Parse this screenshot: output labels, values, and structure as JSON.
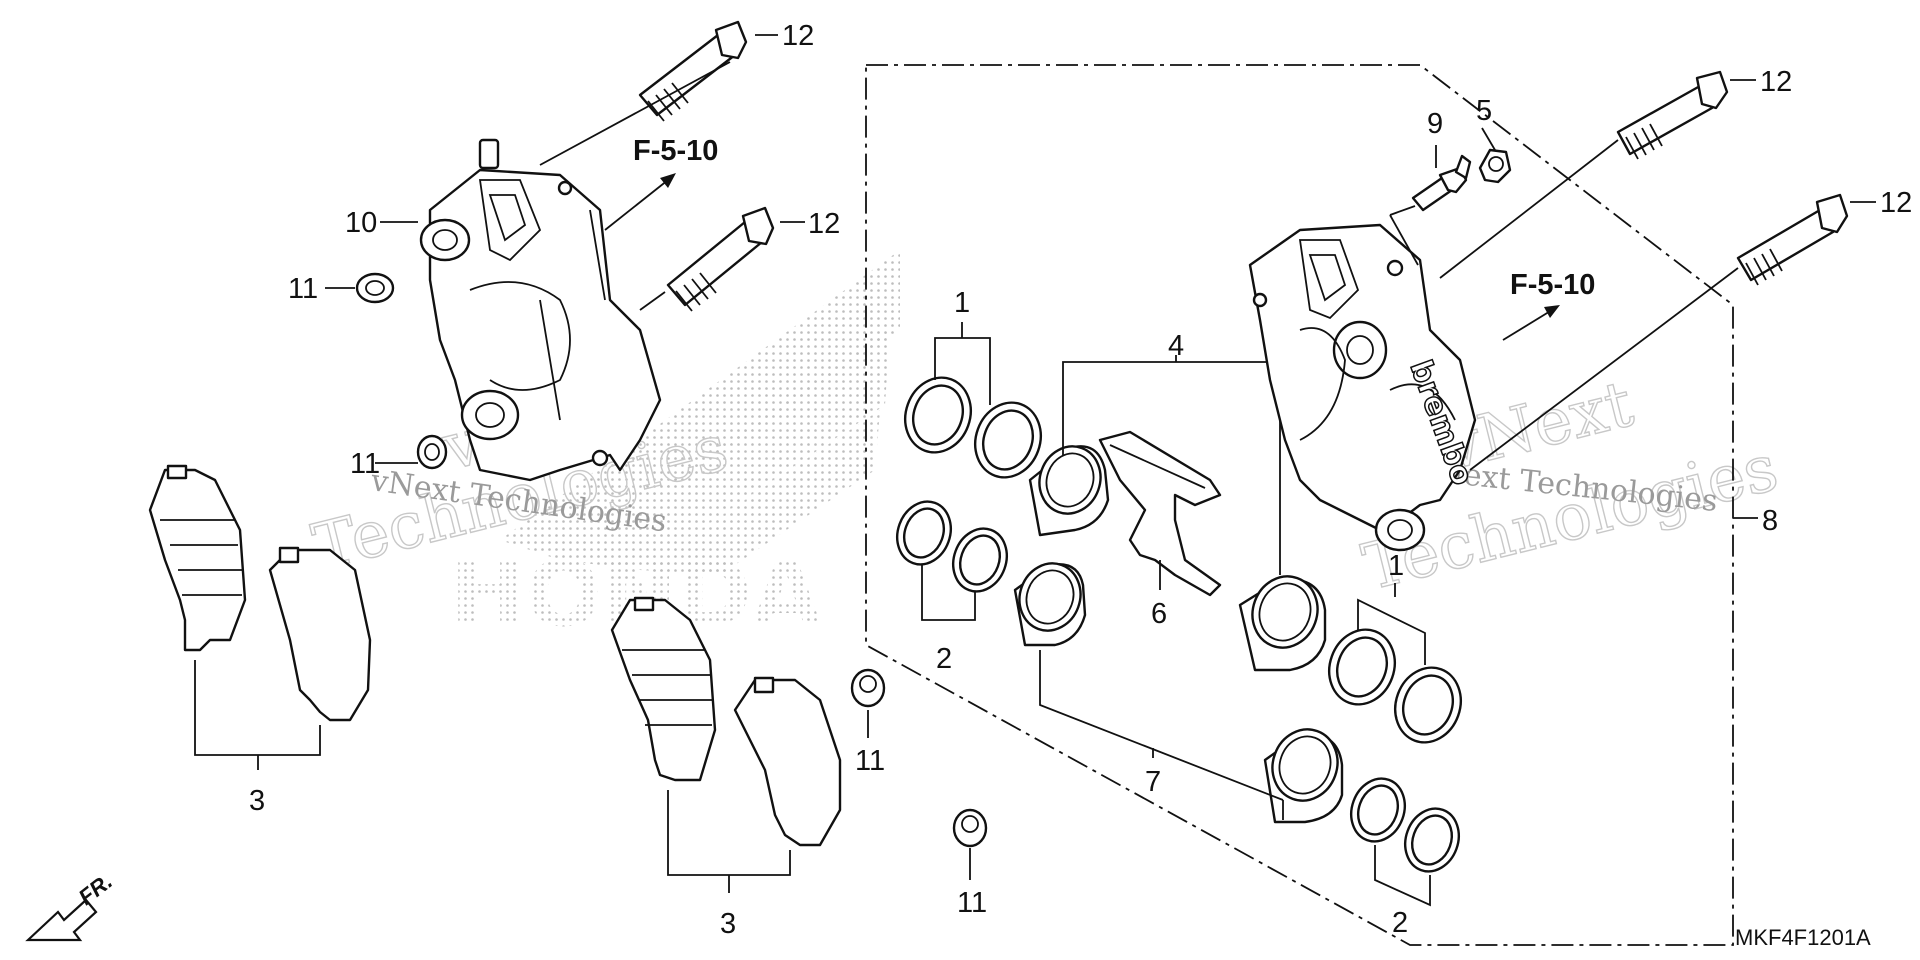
{
  "labels": {
    "l1a": "1",
    "l1b": "1",
    "l2a": "2",
    "l2b": "2",
    "l3a": "3",
    "l3b": "3",
    "l4": "4",
    "l5": "5",
    "l6": "6",
    "l7": "7",
    "l8": "8",
    "l9": "9",
    "l10": "10",
    "l11a": "11",
    "l11b": "11",
    "l11c": "11",
    "l11d": "11",
    "l12a": "12",
    "l12b": "12",
    "l12c": "12",
    "l12d": "12"
  },
  "refs": {
    "left": "F-5-10",
    "right": "F-5-10"
  },
  "direction": "FR.",
  "diagram_code": "MKF4F1201A",
  "watermark": {
    "brand": "HONDA",
    "company_short": "vNext Technologies",
    "company_large_1": "vNext",
    "company_large_2": "Technologies"
  },
  "caliper_logo": "brembo"
}
